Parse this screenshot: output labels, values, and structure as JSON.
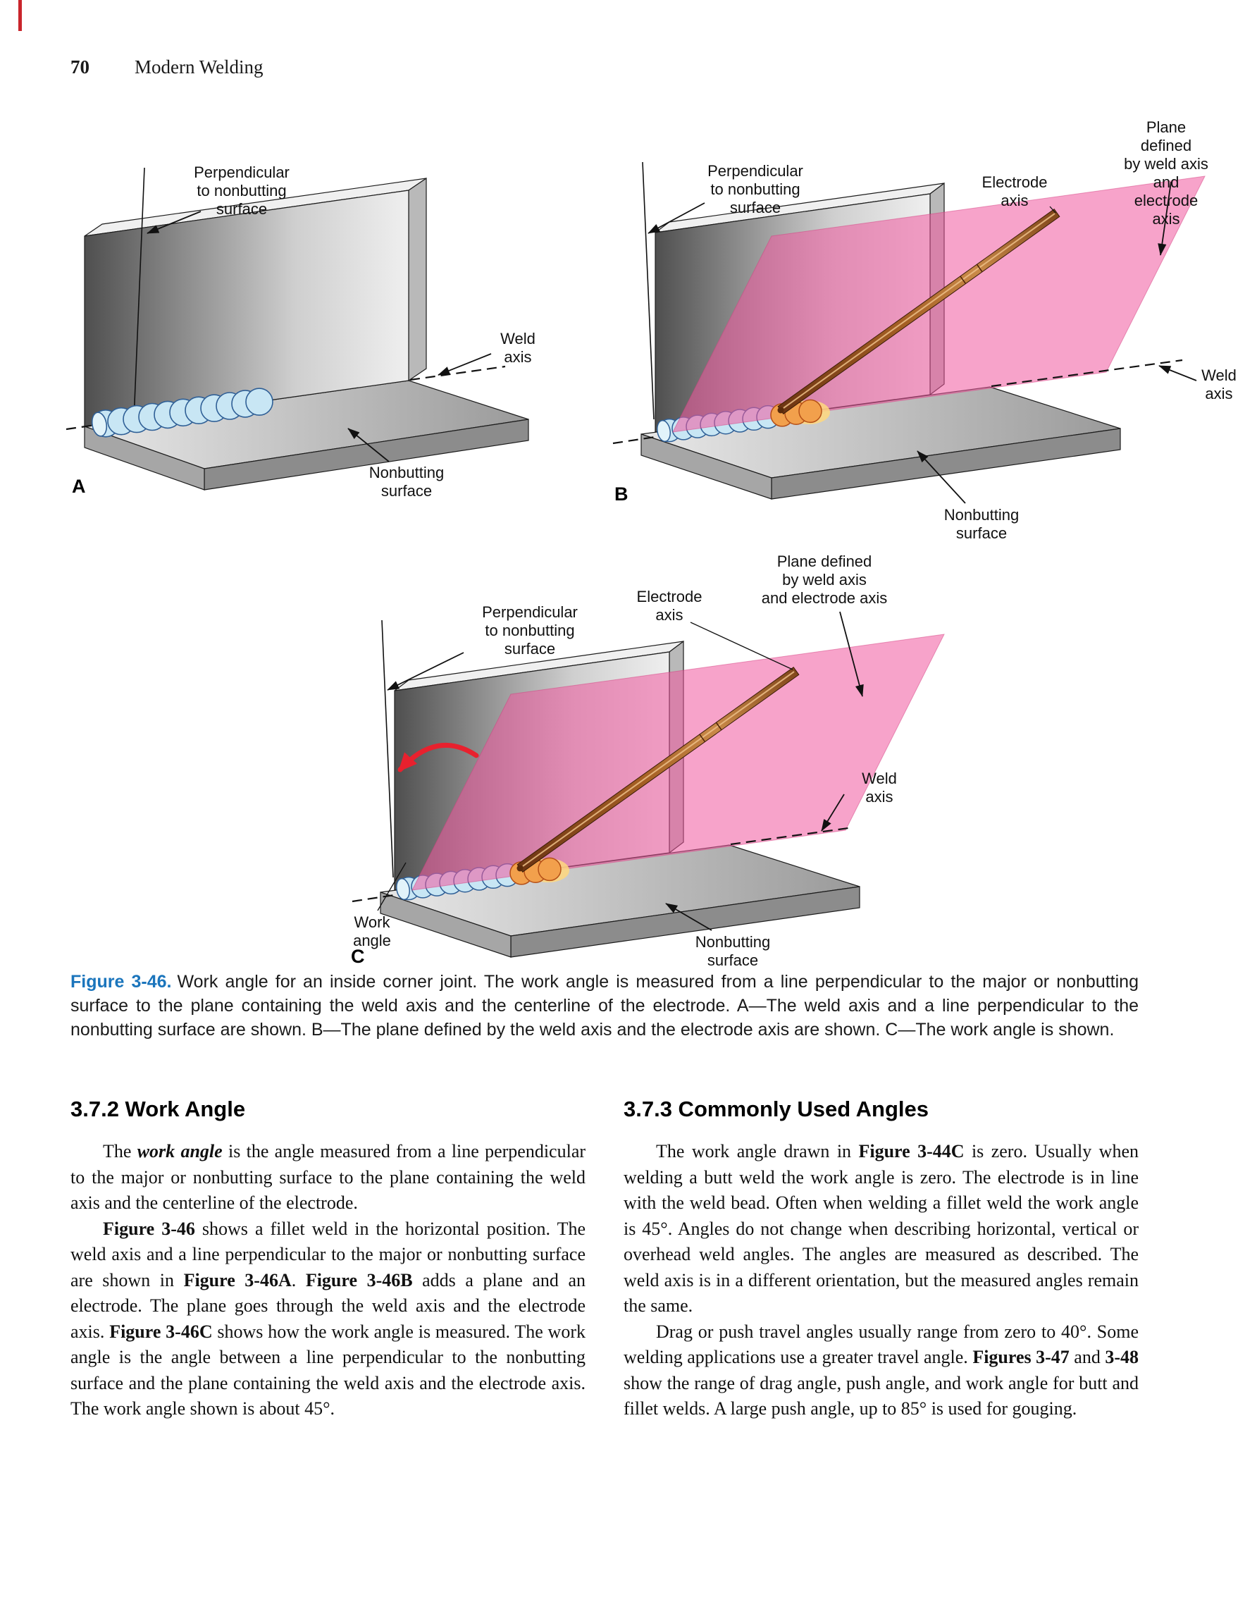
{
  "page_header": {
    "page_number": "70",
    "book_title": "Modern Welding"
  },
  "figure": {
    "caption_label": "Figure 3-46.",
    "caption_text": "Work angle for an inside corner joint. The work angle is measured from a line perpendicular to the major or nonbutting surface to the plane containing the weld axis and the centerline of the electrode. A—The weld axis and a line perpendicular to the nonbutting surface are shown. B—The plane defined by the weld axis and the electrode axis are shown. C—The work angle is shown.",
    "panels": {
      "a": {
        "panel_letter": "A",
        "labels": {
          "perpendicular": "Perpendicular\nto nonbutting\nsurface",
          "weld_axis": "Weld\naxis",
          "nonbutting_surface": "Nonbutting\nsurface"
        }
      },
      "b": {
        "panel_letter": "B",
        "labels": {
          "plane": "Plane defined\nby weld axis\nand electrode axis",
          "electrode_axis": "Electrode\naxis",
          "perpendicular": "Perpendicular\nto nonbutting\nsurface",
          "weld_axis": "Weld\naxis",
          "nonbutting_surface": "Nonbutting\nsurface"
        }
      },
      "c": {
        "panel_letter": "C",
        "labels": {
          "plane": "Plane defined\nby weld axis\nand electrode axis",
          "electrode_axis": "Electrode\naxis",
          "perpendicular": "Perpendicular\nto nonbutting\nsurface",
          "weld_axis": "Weld\naxis",
          "nonbutting_surface": "Nonbutting\nsurface",
          "work_angle": "Work\nangle"
        }
      }
    }
  },
  "sections": {
    "left": {
      "heading": "3.7.2 Work Angle",
      "paragraphs": [
        [
          {
            "t": "The "
          },
          {
            "t": "work angle",
            "s": "bi"
          },
          {
            "t": " is the angle measured from a line perpendicular to the major or nonbutting surface to the plane containing the weld axis and the centerline of the electrode."
          }
        ],
        [
          {
            "t": "Figure 3-46",
            "s": "b"
          },
          {
            "t": " shows a fillet weld in the horizontal position. The weld axis and a line perpendicular to the major or nonbutting surface are shown in "
          },
          {
            "t": "Figure 3-46A",
            "s": "b"
          },
          {
            "t": ". "
          },
          {
            "t": "Figure 3-46B",
            "s": "b"
          },
          {
            "t": " adds a plane and an electrode. The plane goes through the weld axis and the electrode axis. "
          },
          {
            "t": "Figure 3-46C",
            "s": "b"
          },
          {
            "t": " shows how the work angle is measured. The work angle is the angle between a line perpendicular to the nonbutting surface and the plane containing the weld axis and the electrode axis. The work angle shown is about 45°."
          }
        ]
      ]
    },
    "right": {
      "heading": "3.7.3 Commonly Used Angles",
      "paragraphs": [
        [
          {
            "t": "The work angle drawn in "
          },
          {
            "t": "Figure 3-44C",
            "s": "b"
          },
          {
            "t": " is zero. Usually when welding a butt weld the work angle is zero. The electrode is in line with the weld bead. Often when welding a fillet weld the work angle is 45°. Angles do not change when describing horizontal, vertical or overhead weld angles. The angles are measured as described. The weld axis is in a different orientation, but the measured angles remain the same."
          }
        ],
        [
          {
            "t": "Drag or push travel angles usually range from zero to 40°. Some welding applications use a greater travel angle. "
          },
          {
            "t": "Figures 3-47",
            "s": "b"
          },
          {
            "t": " and "
          },
          {
            "t": "3-48",
            "s": "b"
          },
          {
            "t": " show the range of drag angle, push angle, and work angle for butt and fillet welds. A large push angle, up to 85° is used for gouging."
          }
        ]
      ]
    }
  },
  "colors": {
    "figure_label_blue": "#1b75bc",
    "plane_pink": "#f0589e",
    "weld_bead_blue": "#c8e6f4",
    "weld_bead_hot_orange": "#f2a04c",
    "electrode_copper": "#a55f24",
    "work_angle_arrow_red": "#e8212e",
    "metal_gray_light": "#efefef",
    "metal_gray_dark": "#4f4f4f"
  }
}
